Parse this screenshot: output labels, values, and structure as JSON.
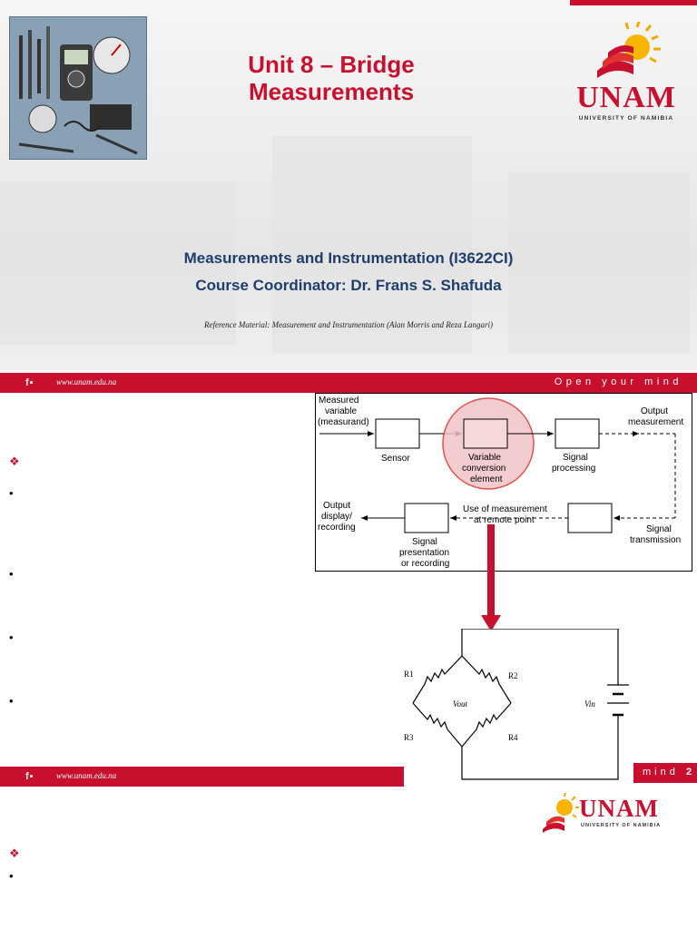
{
  "slide1": {
    "title_line1": "Unit 8 – Bridge",
    "title_line2": "Measurements",
    "logo_word": "UNAM",
    "logo_sub": "UNIVERSITY OF NAMIBIA",
    "course_line1": "Measurements and Instrumentation (I3622CI)",
    "course_line2": "Course Coordinator: Dr. Frans S. Shafuda",
    "reference": "Reference Material: Measurement and Instrumentation  (Alan Morris and Reza Langari)",
    "footer_url": "www.unam.edu.na",
    "footer_social": "f▪",
    "footer_tag": "Open your mind"
  },
  "slide2": {
    "footer_url": "www.unam.edu.na",
    "footer_social": "f▪",
    "footer_tag": "mind",
    "page_number": "2",
    "star": "❖",
    "dot": "•",
    "diagram": {
      "measured": "Measured",
      "variable": "variable",
      "measurand": "(measurand)",
      "sensor": "Sensor",
      "var1": "Variable",
      "var2": "conversion",
      "var3": "element",
      "sig1": "Signal",
      "sig2": "processing",
      "out1": "Output",
      "out2": "measurement",
      "disp1": "Output",
      "disp2": "display/",
      "disp3": "recording",
      "use1": "Use of measurement",
      "use2": "at remote point",
      "pres1": "Signal",
      "pres2": "presentation",
      "pres3": "or recording",
      "trans1": "Signal",
      "trans2": "transmission"
    },
    "bridge": {
      "r1": "R1",
      "r2": "R2",
      "r3": "R3",
      "r4": "R4",
      "vout": "Vout",
      "vin": "Vin"
    }
  },
  "slide3": {
    "logo_word": "UNAM",
    "logo_sub": "UNIVERSITY OF NAMIBIA",
    "star": "❖",
    "dot": "•"
  }
}
